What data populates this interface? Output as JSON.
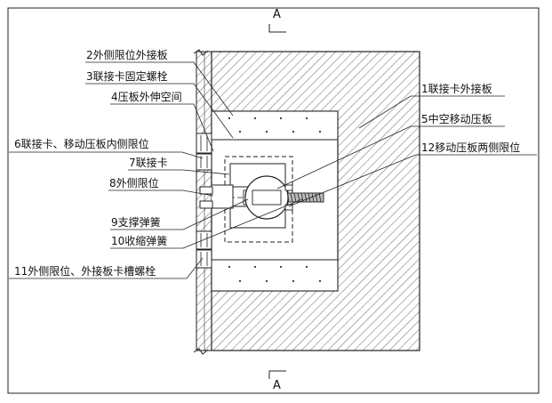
{
  "section_marks": {
    "top": "A",
    "bottom": "A"
  },
  "labels": [
    {
      "id": "2",
      "text": "2外侧限位外接板"
    },
    {
      "id": "3",
      "text": "3联接卡固定螺栓"
    },
    {
      "id": "4",
      "text": "4压板外伸空间"
    },
    {
      "id": "6",
      "text": "6联接卡、移动压板内侧限位"
    },
    {
      "id": "7",
      "text": "7联接卡"
    },
    {
      "id": "8",
      "text": "8外侧限位"
    },
    {
      "id": "9",
      "text": "9支撑弹簧"
    },
    {
      "id": "10",
      "text": "10收缩弹簧"
    },
    {
      "id": "11",
      "text": "11外侧限位、外接板卡槽螺栓"
    },
    {
      "id": "1",
      "text": "1联接卡外接板"
    },
    {
      "id": "5",
      "text": "5中空移动压板"
    },
    {
      "id": "12",
      "text": "12移动压板两侧限位"
    }
  ],
  "colors": {
    "line": "#111111",
    "hatch": "#555555",
    "background": "#ffffff"
  }
}
